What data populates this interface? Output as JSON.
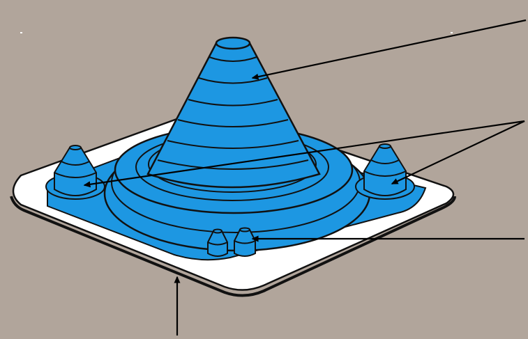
{
  "diagram": {
    "subject": "pipe-flashing-boot",
    "colors": {
      "background": "#b1a59b",
      "boot_blue": "#1d97e2",
      "base_white": "#ffffff",
      "outline": "#111111",
      "arrow": "#000000"
    },
    "callouts": [
      {
        "id": "cone",
        "label": ""
      },
      {
        "id": "side-cones",
        "label": ""
      },
      {
        "id": "front-nozzles",
        "label": ""
      },
      {
        "id": "base-flange",
        "label": ""
      }
    ]
  }
}
